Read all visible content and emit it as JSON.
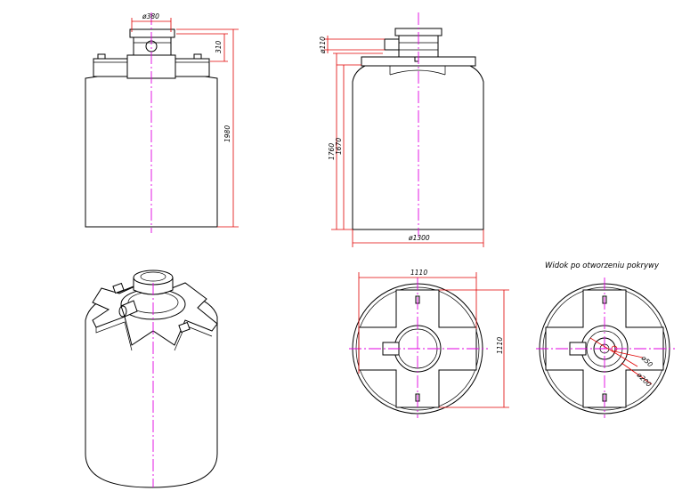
{
  "dimensions": {
    "top_opening_dia": "ø380",
    "neck_height": "310",
    "total_height_front": "1980",
    "pipe_dia": "ø110",
    "height_side_total": "1760",
    "height_side_body": "1670",
    "tank_dia": "ø1300",
    "plan_width": "1110",
    "plan_depth": "1110",
    "inner_dia_small": "ø50",
    "inner_dia_large": "ø200"
  },
  "captions": {
    "open_lid_view": "Widok po otworzeniu pokrywy"
  },
  "colors": {
    "outline": "#000000",
    "centerline": "#e000e0",
    "dimension": "#e00000"
  }
}
